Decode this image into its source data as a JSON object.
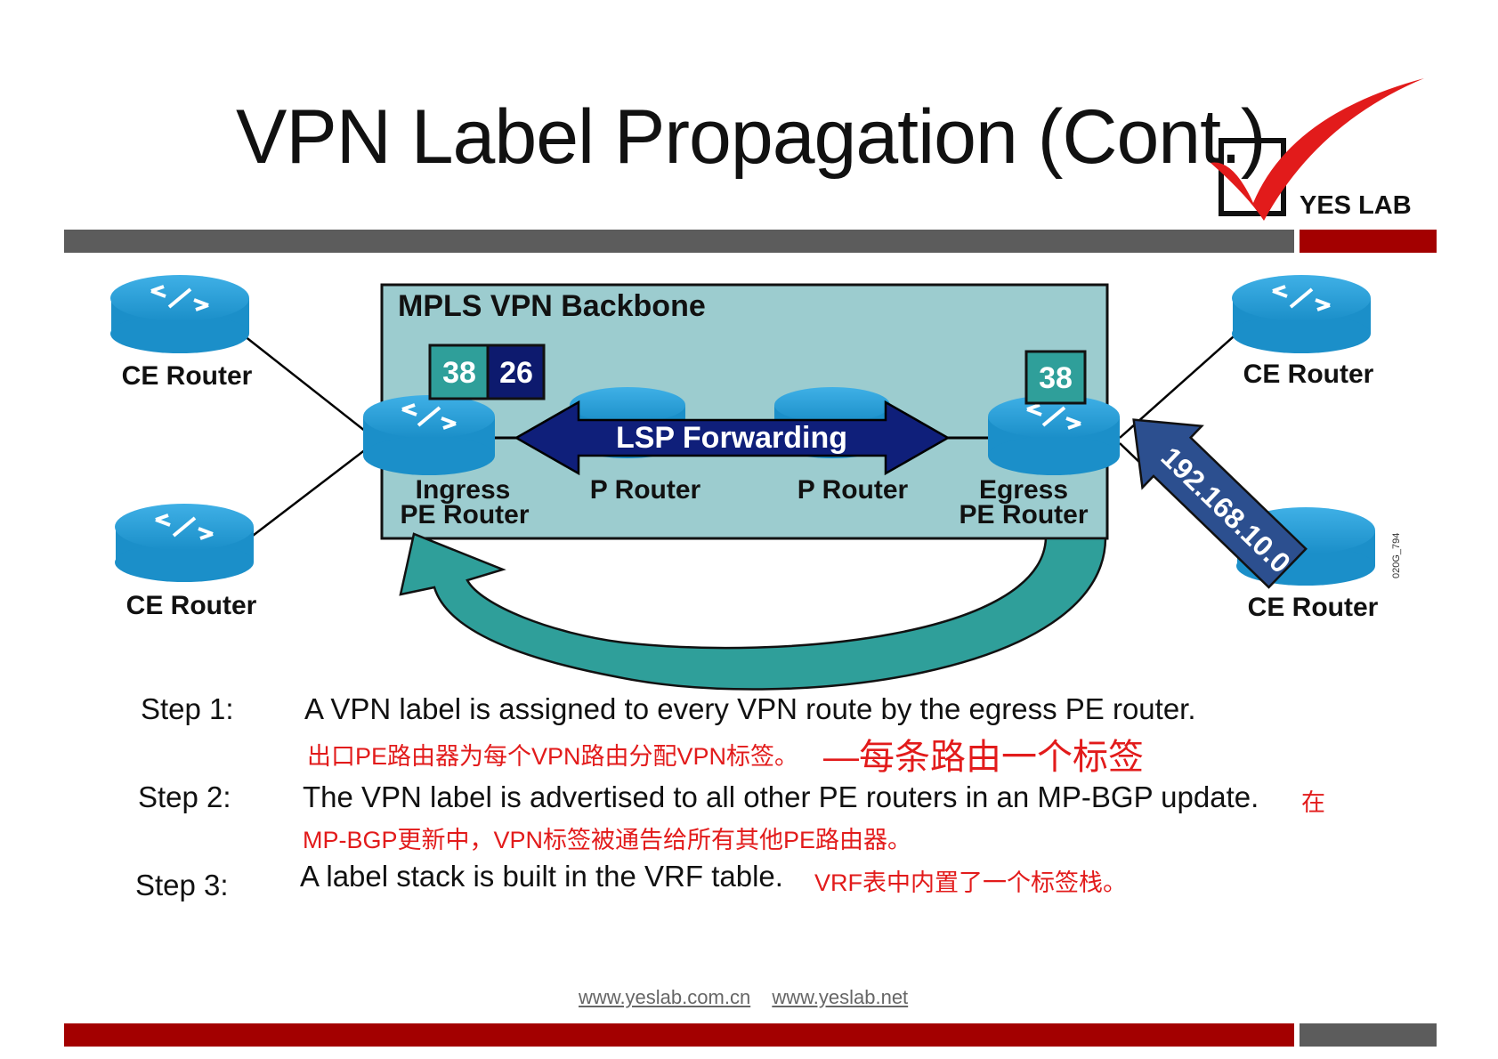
{
  "title": "VPN Label Propagation (Cont.)",
  "logo": {
    "text": "YES LAB"
  },
  "colors": {
    "red": "#a30000",
    "gray": "#5c5c5c",
    "backbone": "#9ccccf",
    "router": "#1b8fc9",
    "arrow_teal": "#2f9f9a",
    "lsp_navy": "#0f1f7a",
    "label_teal": "#2f9f9a",
    "label_navy": "#0d1a6e"
  },
  "diagram": {
    "backbone_title": "MPLS VPN Backbone",
    "ingress_labels": [
      "38",
      "26"
    ],
    "egress_label": "38",
    "lsp_text": "LSP Forwarding",
    "prefix": "192.168.10.0",
    "routers": {
      "ce_top_left": "CE Router",
      "ce_bottom_left": "CE Router",
      "ce_top_right": "CE Router",
      "ce_bottom_right": "CE Router",
      "ingress_line1": "Ingress",
      "ingress_line2": "PE Router",
      "p1": "P Router",
      "p2": "P Router",
      "egress_line1": "Egress",
      "egress_line2": "PE Router"
    },
    "image_code": "020G_794"
  },
  "steps": [
    {
      "label": "Step 1:",
      "text": "A VPN label is assigned to every VPN route by the egress  PE router.",
      "note_small": "出口PE路由器为每个VPN路由分配VPN标签。",
      "note_large": "—每条路由一个标签"
    },
    {
      "label": "Step 2:",
      "text": "The VPN label is advertised to all other PE routers in an MP-BGP  update.",
      "note_inline": "在",
      "note_line2": "MP-BGP更新中，VPN标签被通告给所有其他PE路由器。"
    },
    {
      "label": "Step 3:",
      "text": "A label stack is built in the VRF table.",
      "note_inline": "VRF表中内置了一个标签栈。"
    }
  ],
  "footer": {
    "link1": "www.yeslab.com.cn",
    "link2": "www.yeslab.net"
  }
}
